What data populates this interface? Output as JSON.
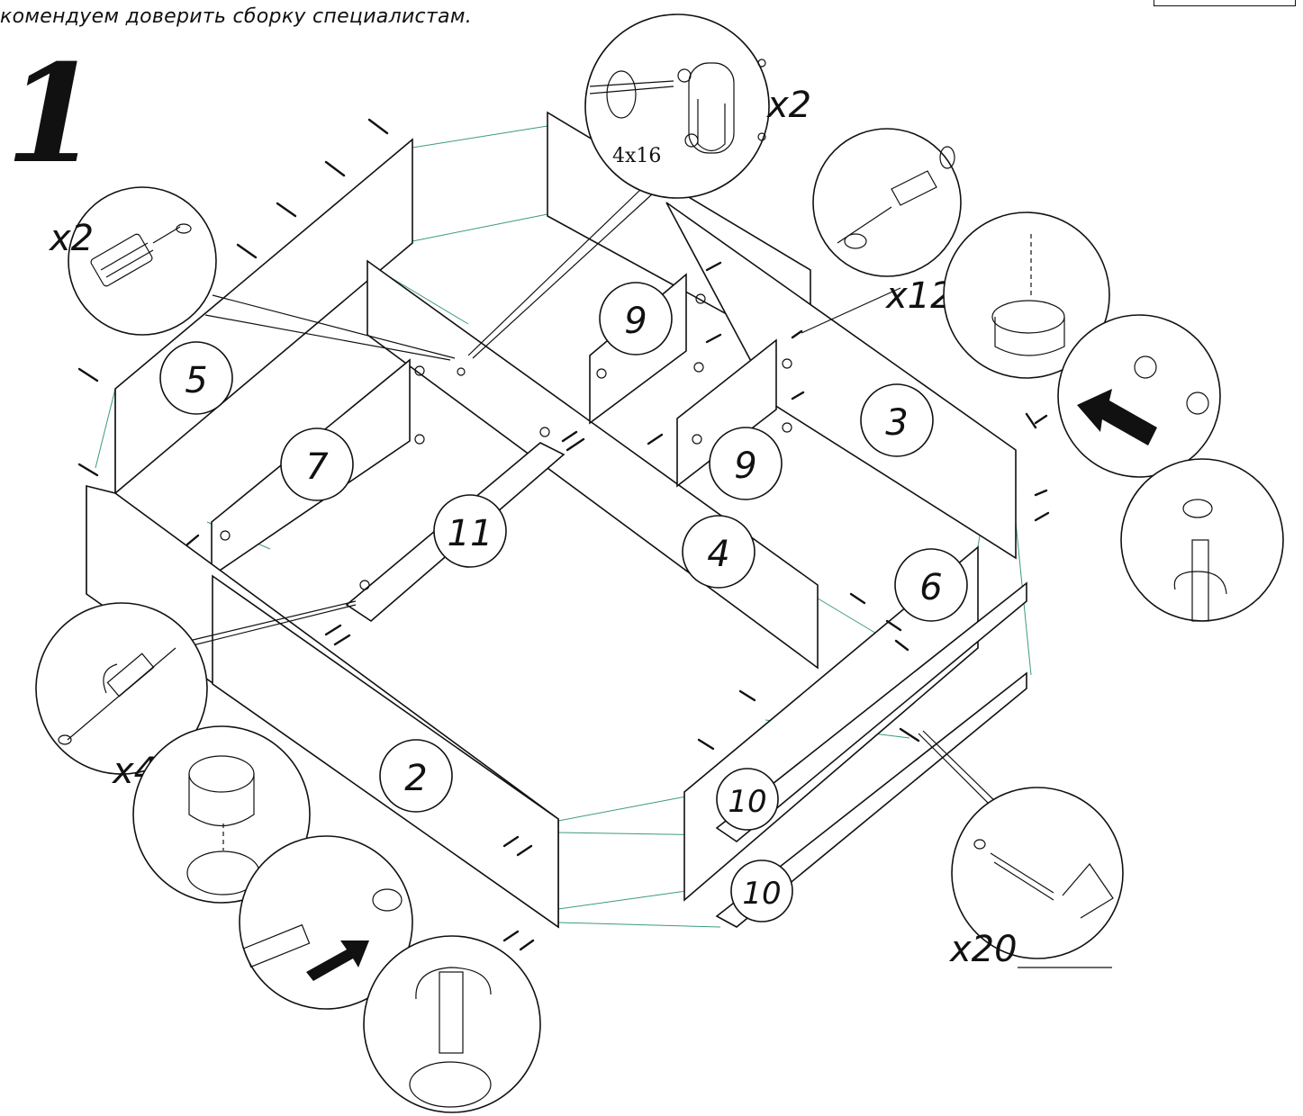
{
  "header": {
    "note": "комендуем доверить сборку специалистам."
  },
  "step": {
    "number": "1"
  },
  "panels": [
    "5",
    "7",
    "11",
    "9",
    "9",
    "3",
    "4",
    "6",
    "2",
    "10",
    "10"
  ],
  "quantities": {
    "dowel": "x2",
    "hook": "x2",
    "hook_screw_size": "4x16",
    "wall_plug": "x12",
    "cam_bolt": "x4",
    "confirmat": "x20"
  },
  "colors": {
    "lines": "#111111",
    "guides": "#3c9a82",
    "background": "#ffffff"
  }
}
